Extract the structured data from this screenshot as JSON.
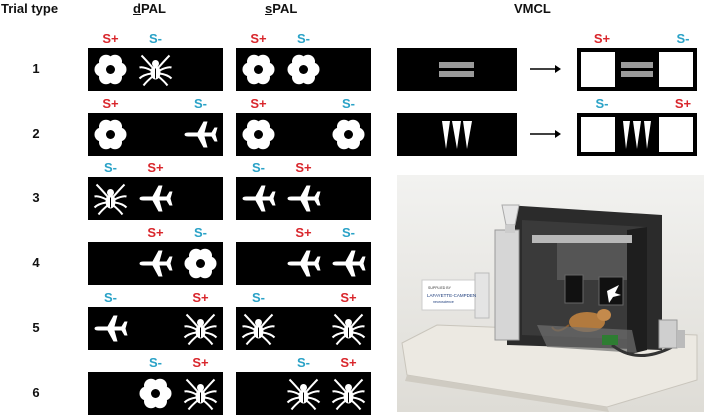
{
  "header": {
    "trial_type": "Trial type",
    "dpal_u": "d",
    "dpal_rest": "PAL",
    "spal_u": "s",
    "spal_rest": "PAL",
    "vmcl": "VMCL"
  },
  "trials": [
    "1",
    "2",
    "3",
    "4",
    "5",
    "6"
  ],
  "rows": [
    {
      "dpal": {
        "labels": [
          "S+",
          "S-",
          ""
        ],
        "cells": [
          "flower",
          "spider",
          "empty"
        ]
      },
      "spal": {
        "labels": [
          "S+",
          "S-",
          ""
        ],
        "cells": [
          "flower",
          "flower",
          "empty"
        ]
      }
    },
    {
      "dpal": {
        "labels": [
          "S+",
          "",
          "S-"
        ],
        "cells": [
          "flower",
          "empty",
          "plane"
        ]
      },
      "spal": {
        "labels": [
          "S+",
          "",
          "S-"
        ],
        "cells": [
          "flower",
          "empty",
          "flower"
        ]
      }
    },
    {
      "dpal": {
        "labels": [
          "S-",
          "S+",
          ""
        ],
        "cells": [
          "spider",
          "plane",
          "empty"
        ]
      },
      "spal": {
        "labels": [
          "S-",
          "S+",
          ""
        ],
        "cells": [
          "plane",
          "plane",
          "empty"
        ]
      }
    },
    {
      "dpal": {
        "labels": [
          "",
          "S+",
          "S-"
        ],
        "cells": [
          "empty",
          "plane",
          "flower"
        ]
      },
      "spal": {
        "labels": [
          "",
          "S+",
          "S-"
        ],
        "cells": [
          "empty",
          "plane",
          "plane"
        ]
      }
    },
    {
      "dpal": {
        "labels": [
          "S-",
          "",
          "S+"
        ],
        "cells": [
          "plane",
          "empty",
          "spider"
        ]
      },
      "spal": {
        "labels": [
          "S-",
          "",
          "S+"
        ],
        "cells": [
          "spider",
          "empty",
          "spider"
        ]
      }
    },
    {
      "dpal": {
        "labels": [
          "",
          "S-",
          "S+"
        ],
        "cells": [
          "empty",
          "flower",
          "spider"
        ]
      },
      "spal": {
        "labels": [
          "",
          "S-",
          "S+"
        ],
        "cells": [
          "empty",
          "spider",
          "spider"
        ]
      }
    }
  ],
  "vmcl": [
    {
      "sample": "bars",
      "choice_labels": [
        "S+",
        "S-"
      ]
    },
    {
      "sample": "spikes",
      "choice_labels": [
        "S-",
        "S+"
      ]
    }
  ],
  "photo": {
    "sticker_line1": "SUPPLIED BY",
    "sticker_line2": "LAFAYETTE-CAMPDEN",
    "sticker_line3": "neuroscience"
  },
  "colors": {
    "s_plus": "#d9262c",
    "s_minus": "#2aa2c7"
  }
}
